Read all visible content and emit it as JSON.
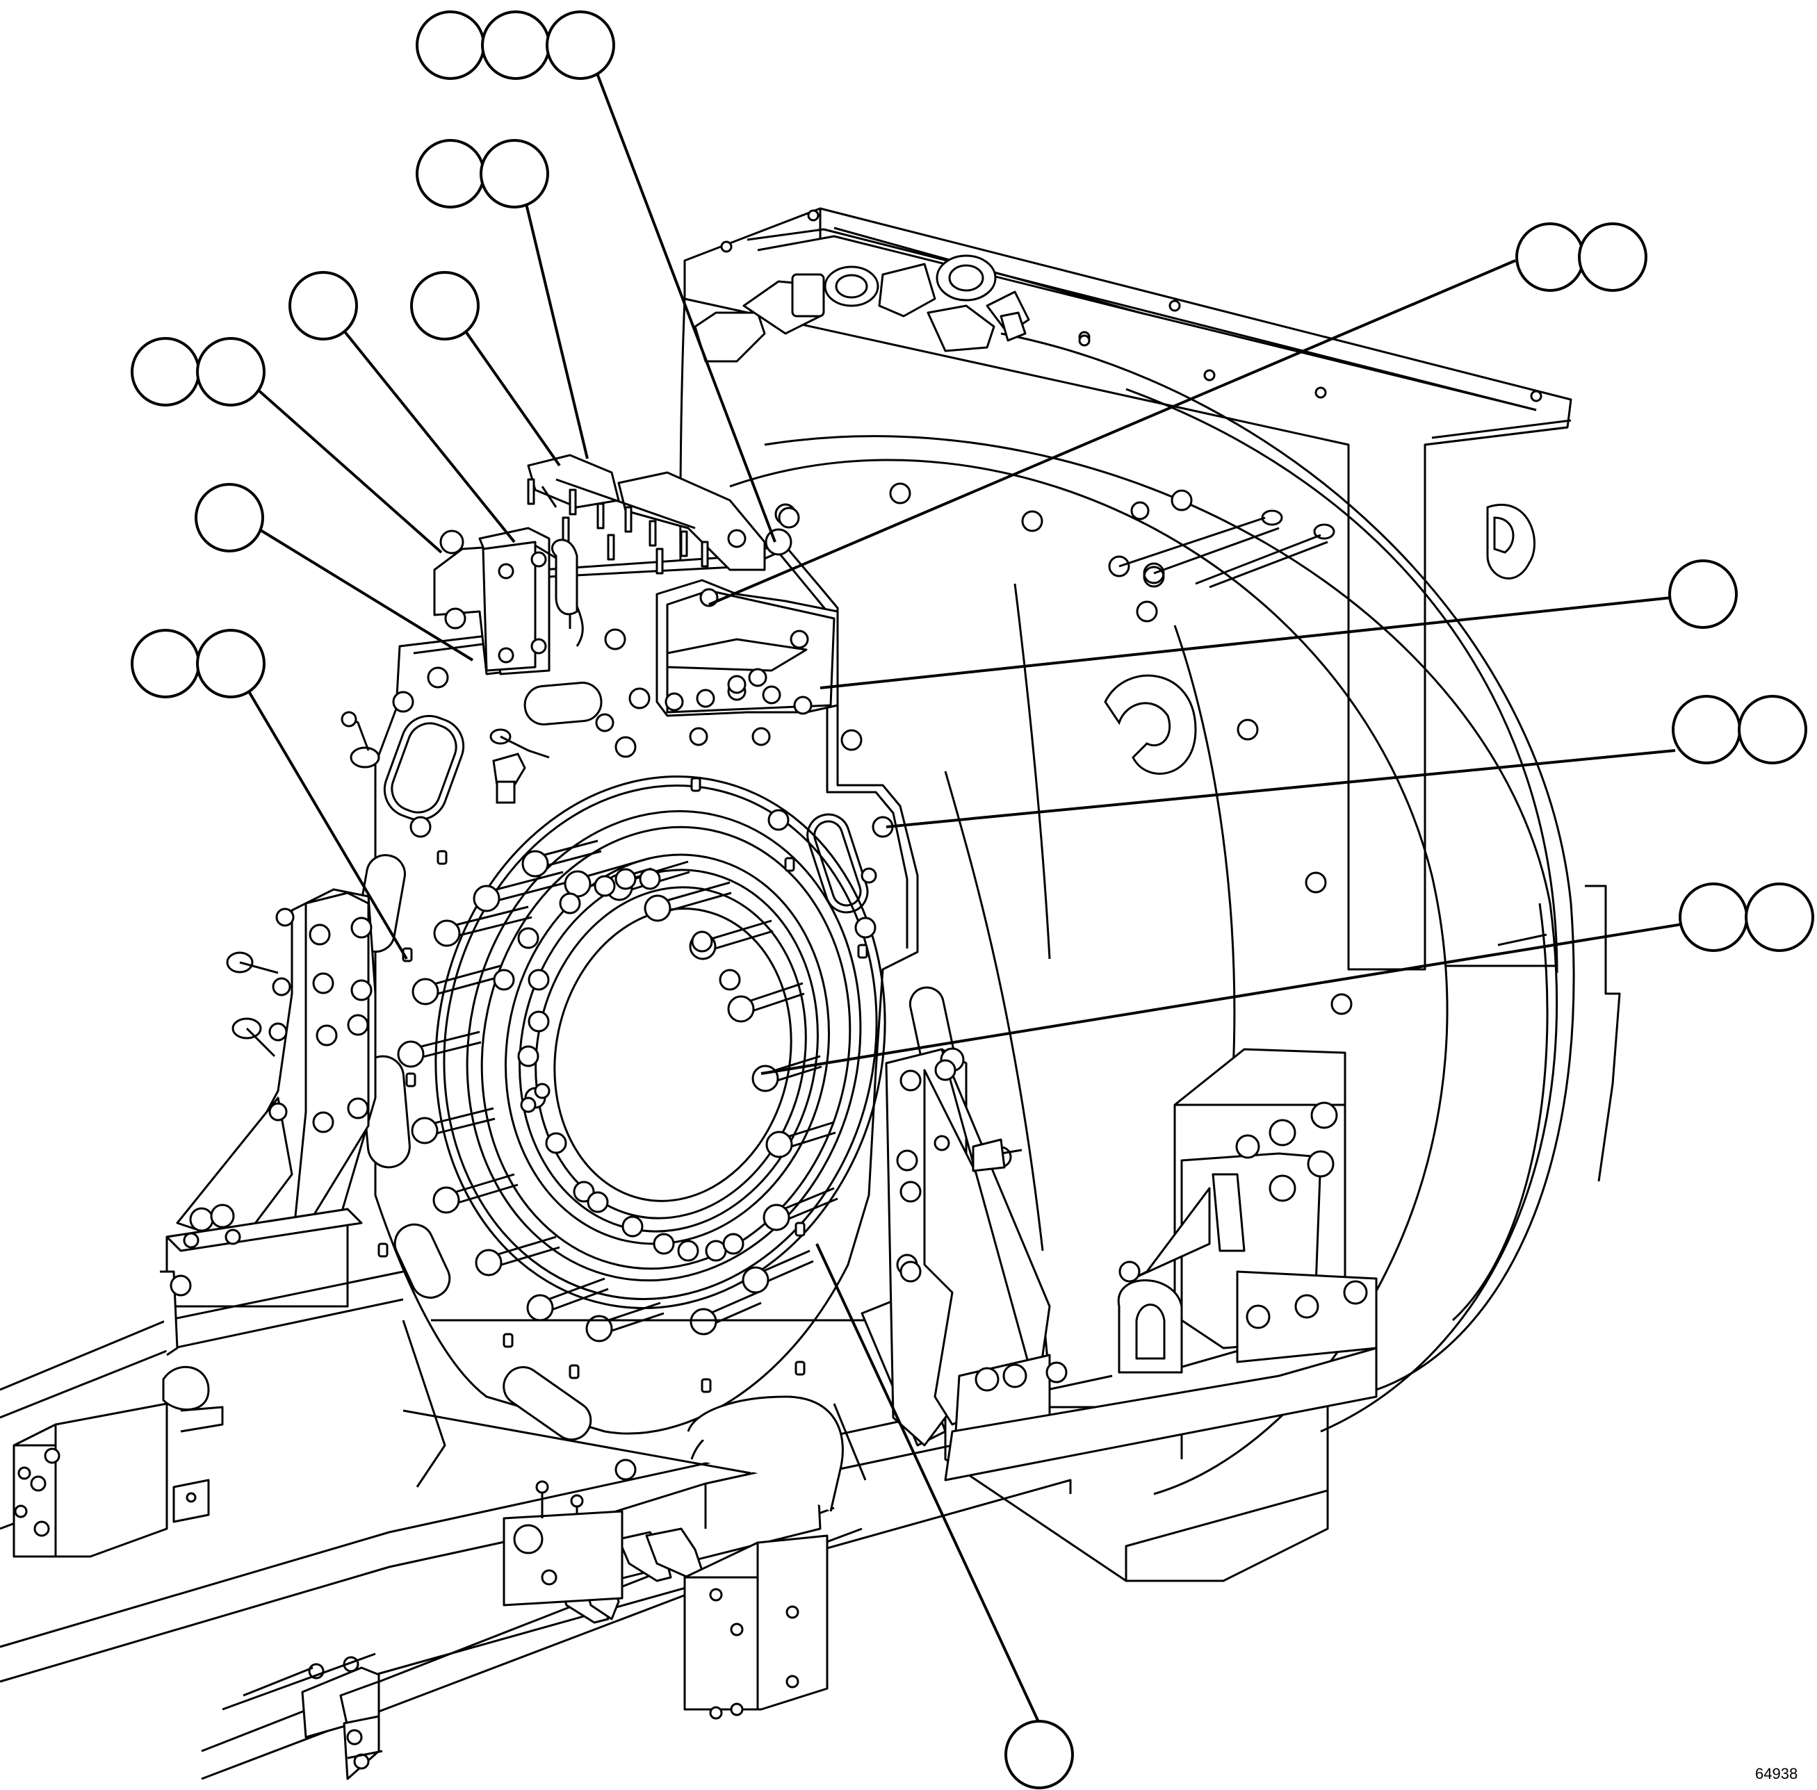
{
  "figure": {
    "reference_number": "64938",
    "callouts": [
      {
        "id": "c-top-1",
        "label": ""
      },
      {
        "id": "c-top-2",
        "label": ""
      },
      {
        "id": "c-top-3",
        "label": ""
      },
      {
        "id": "c-upper-1",
        "label": ""
      },
      {
        "id": "c-upper-2",
        "label": ""
      },
      {
        "id": "c-mid-1",
        "label": ""
      },
      {
        "id": "c-mid-2",
        "label": ""
      },
      {
        "id": "c-left-1",
        "label": ""
      },
      {
        "id": "c-left-2",
        "label": ""
      },
      {
        "id": "c-left-3",
        "label": ""
      },
      {
        "id": "c-left-4",
        "label": ""
      },
      {
        "id": "c-left-5",
        "label": ""
      },
      {
        "id": "c-right-1",
        "label": ""
      },
      {
        "id": "c-right-2",
        "label": ""
      },
      {
        "id": "c-right-3",
        "label": ""
      },
      {
        "id": "c-right-4",
        "label": ""
      },
      {
        "id": "c-right-5",
        "label": ""
      },
      {
        "id": "c-right-6",
        "label": ""
      },
      {
        "id": "c-right-7",
        "label": ""
      },
      {
        "id": "c-bottom-1",
        "label": ""
      }
    ]
  },
  "colors": {
    "line": "#000000",
    "background": "#ffffff"
  }
}
